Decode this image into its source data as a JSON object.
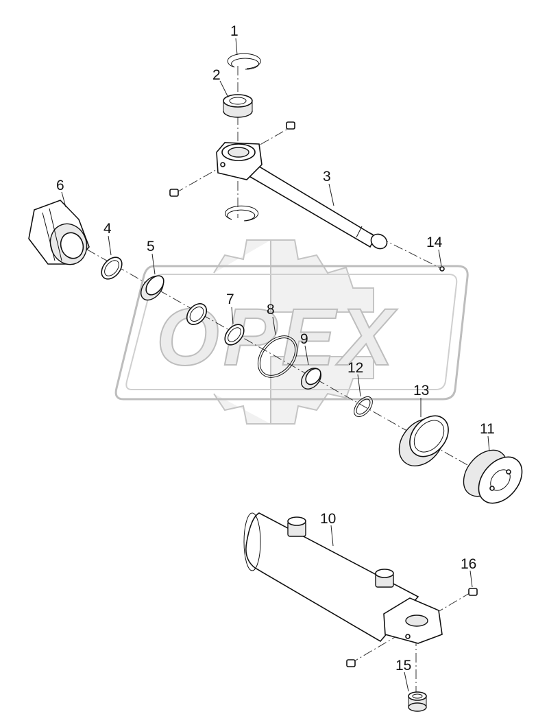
{
  "watermark": {
    "text": "OPEX"
  },
  "callouts": {
    "c1": "1",
    "c2": "2",
    "c3": "3",
    "c4": "4",
    "c5": "5",
    "c6": "6",
    "c7": "7",
    "c8": "8",
    "c9": "9",
    "c10": "10",
    "c11": "11",
    "c12": "12",
    "c13": "13",
    "c14": "14",
    "c15": "15",
    "c16": "16"
  },
  "colors": {
    "line": "#111111",
    "watermark_fill": "#ececec",
    "watermark_stroke": "#bdbdbd"
  }
}
